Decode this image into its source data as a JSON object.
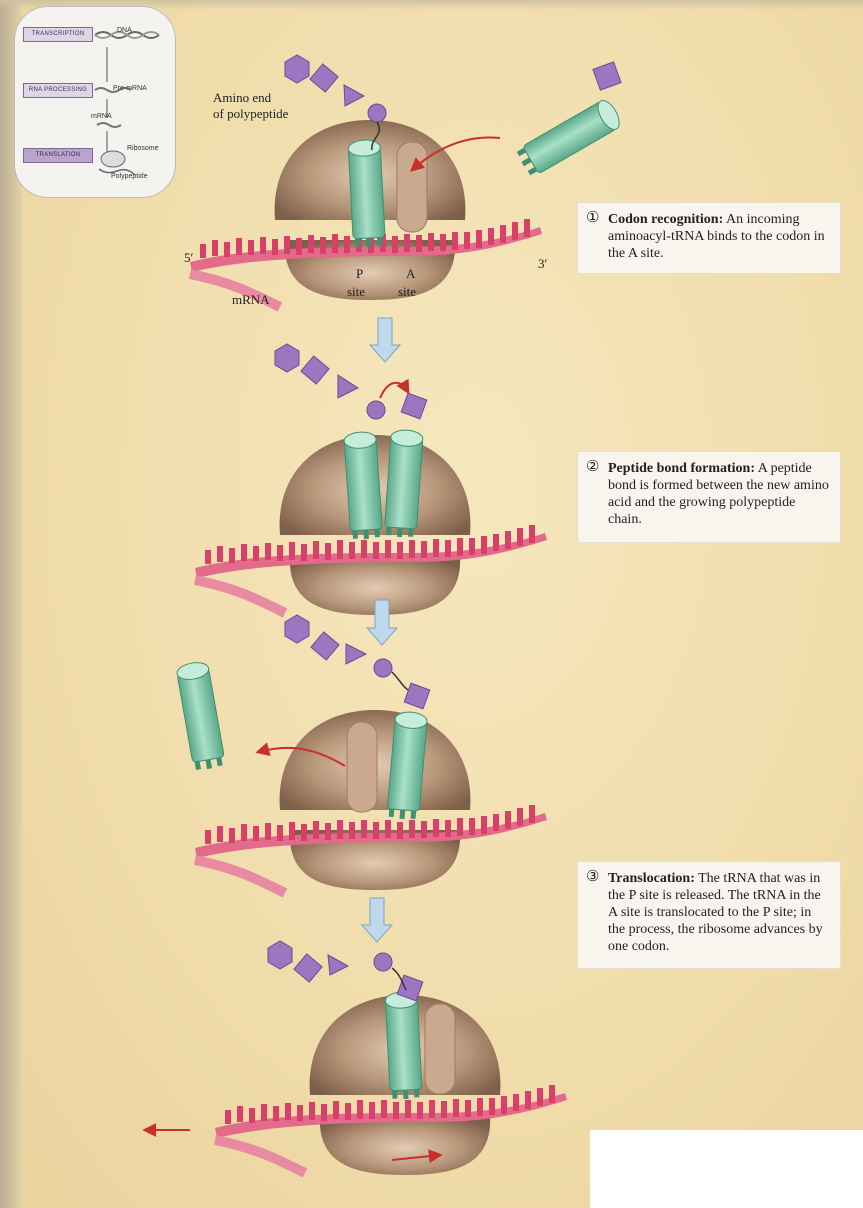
{
  "inset": {
    "stages": [
      "TRANSCRIPTION",
      "RNA PROCESSING",
      "TRANSLATION"
    ],
    "labels": {
      "dna": "DNA",
      "pre_mrna": "Pre-mRNA",
      "mrna": "mRNA",
      "ribosome": "Ribosome",
      "polypeptide": "Polypeptide"
    }
  },
  "labels": {
    "amino_end": "Amino end",
    "of_polypeptide": "of polypeptide",
    "five_prime": "5′",
    "three_prime": "3′",
    "mrna": "mRNA",
    "p": "P",
    "a": "A",
    "site": "site"
  },
  "captions": [
    {
      "num": "①",
      "title": "Codon recognition:",
      "text": " An incoming aminoacyl-tRNA binds to the codon in the A site."
    },
    {
      "num": "②",
      "title": "Peptide bond formation:",
      "text": " A peptide bond is formed between the new amino acid and the growing polypeptide chain."
    },
    {
      "num": "③",
      "title": "Translocation:",
      "text": " The tRNA that was in the P site is released. The tRNA in the A site is translocated to the P site; in the process, the ribosome advances by one codon."
    }
  ],
  "colors": {
    "ribosome": "#b8977a",
    "ribosome_dark": "#8f6e55",
    "trna": "#8fd0b4",
    "trna_dark": "#3f8f73",
    "mrna": "#d8406a",
    "amino_acid": "#9d76c2",
    "arrow": "#c9302c",
    "down_arrow": "#bfd9ec"
  }
}
